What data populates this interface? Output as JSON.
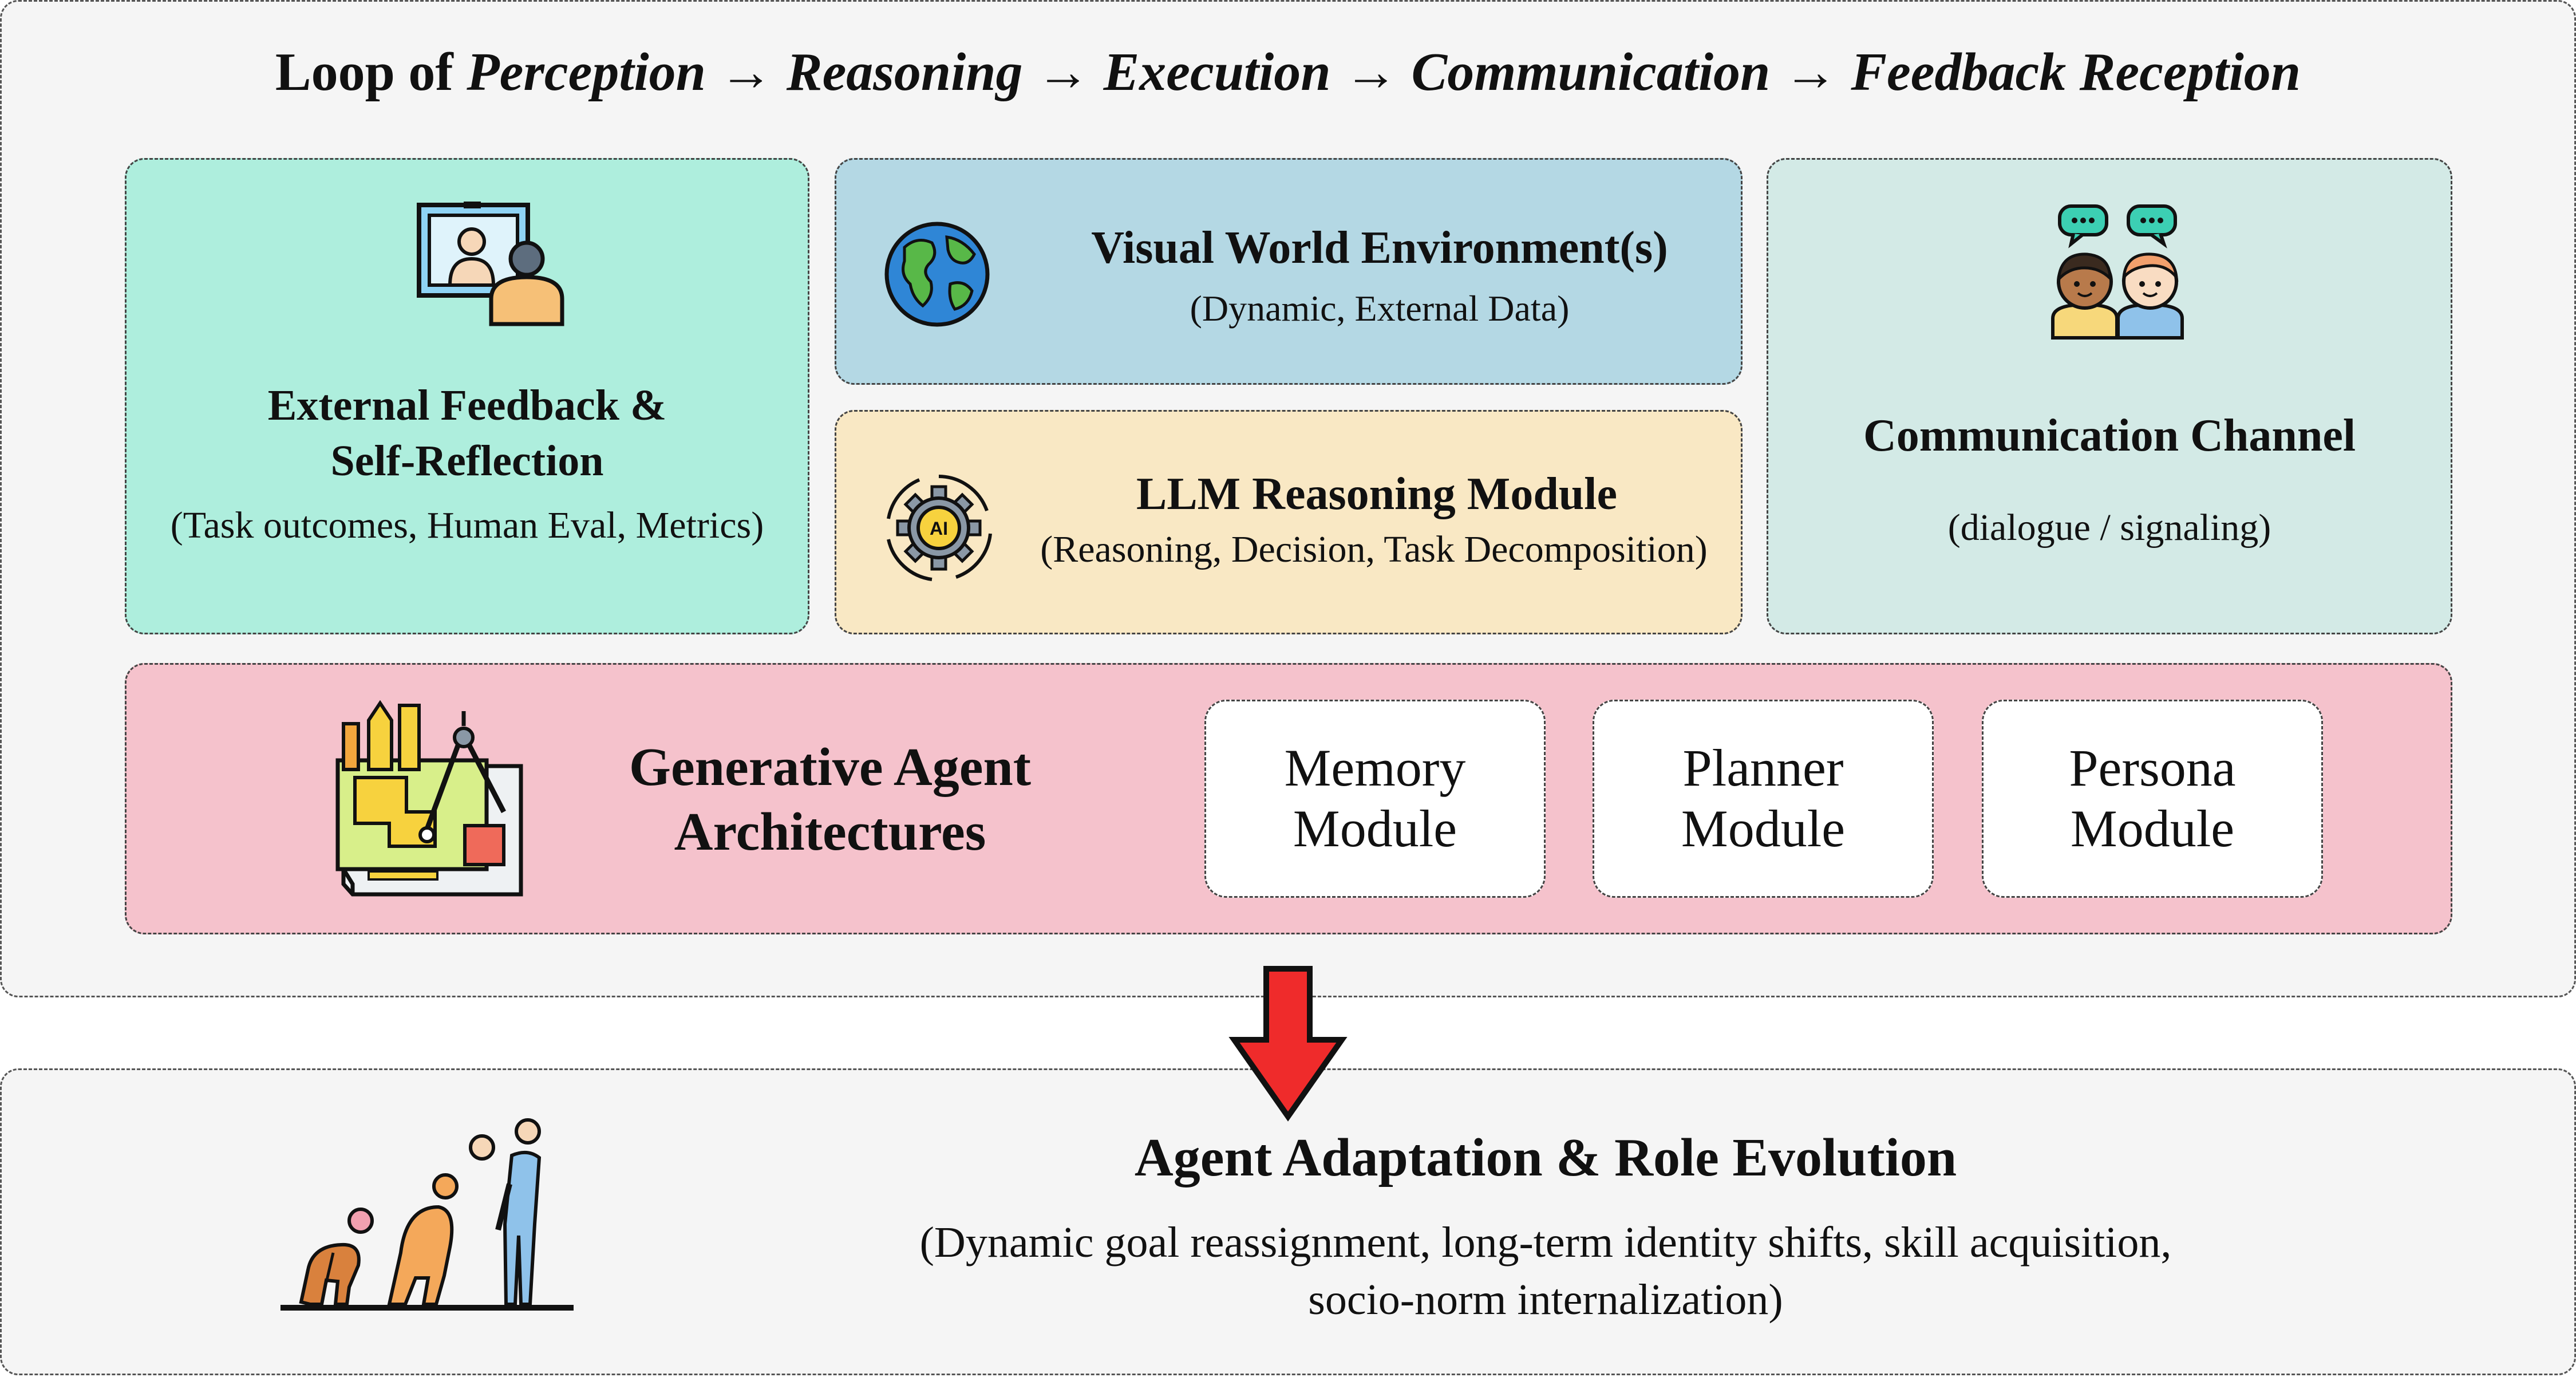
{
  "header": {
    "prefix": "Loop of",
    "steps": [
      "Perception",
      "Reasoning",
      "Execution",
      "Communication",
      "Feedback Reception"
    ],
    "arrow": "→"
  },
  "feedback": {
    "title_line1": "External Feedback &",
    "title_line2": "Self-Reflection",
    "subtitle": "(Task outcomes, Human Eval, Metrics)",
    "icon": "video-call-icon"
  },
  "world": {
    "title": "Visual World Environment(s)",
    "subtitle": "(Dynamic, External Data)",
    "icon": "globe-icon"
  },
  "llm": {
    "title": "LLM Reasoning Module",
    "subtitle": "(Reasoning, Decision, Task Decomposition)",
    "icon": "ai-gear-icon",
    "icon_text": "AI"
  },
  "comm": {
    "title": "Communication Channel",
    "subtitle": "(dialogue / signaling)",
    "icon": "conversation-icon"
  },
  "architecture": {
    "title_line1": "Generative Agent",
    "title_line2": "Architectures",
    "icon": "blueprint-tools-icon",
    "modules": [
      {
        "line1": "Memory",
        "line2": "Module"
      },
      {
        "line1": "Planner",
        "line2": "Module"
      },
      {
        "line1": "Persona",
        "line2": "Module"
      }
    ]
  },
  "evolution": {
    "title": "Agent Adaptation & Role Evolution",
    "desc_line1": "(Dynamic goal reassignment, long-term identity shifts, skill acquisition,",
    "desc_line2": "socio-norm internalization)",
    "icon": "human-evolution-icon"
  },
  "colors": {
    "feedback_bg": "#aeeedd",
    "world_bg": "#b4d8e4",
    "llm_bg": "#f9e8c4",
    "comm_bg": "#d3eae6",
    "architecture_bg": "#f5c2cc",
    "arrow": "#ef2b2b"
  }
}
